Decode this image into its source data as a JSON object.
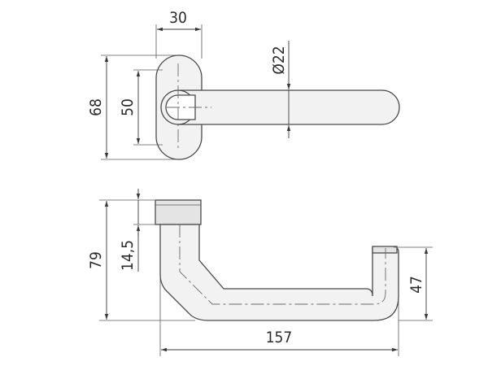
{
  "dimensions": {
    "top_width": "30",
    "lever_diameter": "Ø22",
    "rose_height_total": "68",
    "rose_height_inner": "50",
    "side_total_height": "79",
    "side_neck_height": "14,5",
    "side_overall_length": "157",
    "side_end_height": "47"
  }
}
